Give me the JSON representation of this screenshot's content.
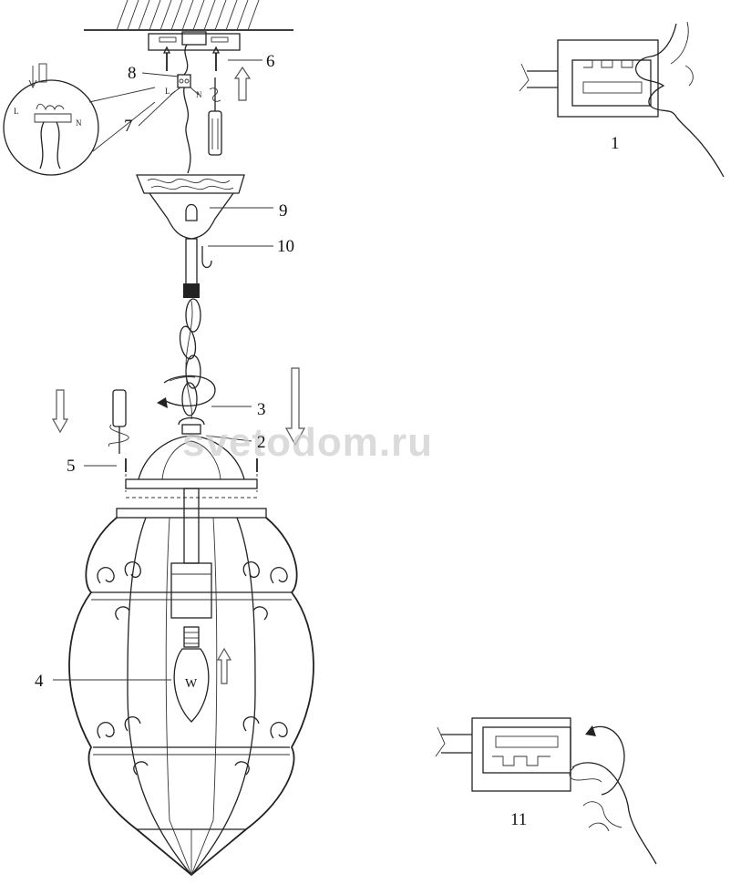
{
  "callouts": {
    "c1": "1",
    "c2": "2",
    "c3": "3",
    "c4": "4",
    "c5": "5",
    "c6": "6",
    "c7": "7",
    "c8": "8",
    "c9": "9",
    "c10": "10",
    "c11": "11"
  },
  "wire_labels": {
    "live": "L",
    "neutral": "N"
  },
  "bulb_mark": "W",
  "watermark": "svetodom.ru"
}
